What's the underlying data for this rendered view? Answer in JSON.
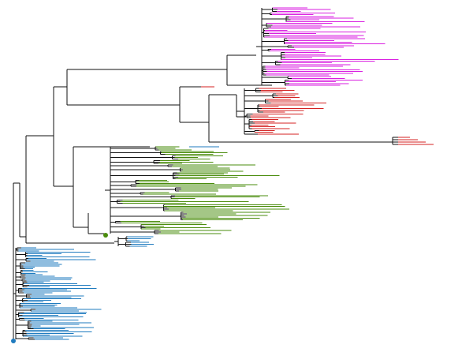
{
  "diagram": {
    "type": "phylogenetic-tree",
    "layout": "rectangular",
    "background": "#ffffff",
    "edge_color": "#111111",
    "clades": [
      {
        "name": "magenta-clade",
        "color": "#d91ee0",
        "leaf_count": 46
      },
      {
        "name": "red-clade",
        "color": "#d42222",
        "leaf_count": 30
      },
      {
        "name": "green-clade",
        "color": "#4a8c0c",
        "leaf_count": 58
      },
      {
        "name": "blue-clade",
        "color": "#1f7bbf",
        "leaf_count": 70
      }
    ],
    "markers": [
      {
        "name": "green-root-marker",
        "color": "#4a8c0c"
      },
      {
        "name": "blue-root-marker",
        "color": "#1f7bbf"
      }
    ]
  }
}
